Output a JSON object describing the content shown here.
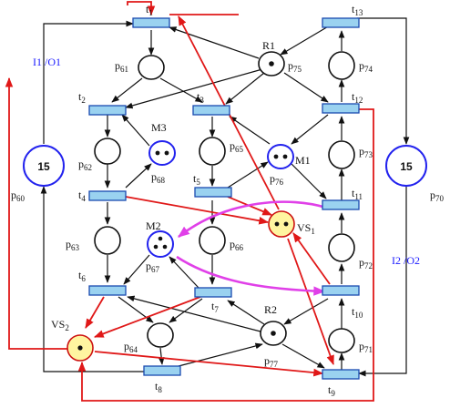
{
  "transitions": {
    "t1": {
      "main": "t",
      "sub": "1"
    },
    "t2": {
      "main": "t",
      "sub": "2"
    },
    "t3": {
      "main": "t",
      "sub": "3"
    },
    "t4": {
      "main": "t",
      "sub": "4"
    },
    "t5": {
      "main": "t",
      "sub": "5"
    },
    "t6": {
      "main": "t",
      "sub": "6"
    },
    "t7": {
      "main": "t",
      "sub": "7"
    },
    "t8": {
      "main": "t",
      "sub": "8"
    },
    "t9": {
      "main": "t",
      "sub": "9"
    },
    "t10": {
      "main": "t",
      "sub": "10"
    },
    "t11": {
      "main": "t",
      "sub": "11"
    },
    "t12": {
      "main": "t",
      "sub": "12"
    },
    "t13": {
      "main": "t",
      "sub": "13"
    }
  },
  "places": {
    "p60": {
      "main": "p",
      "sub": "60",
      "tokens_label": "15"
    },
    "p61": {
      "main": "p",
      "sub": "61"
    },
    "p62": {
      "main": "p",
      "sub": "62"
    },
    "p63": {
      "main": "p",
      "sub": "63"
    },
    "p64": {
      "main": "p",
      "sub": "64"
    },
    "p65": {
      "main": "p",
      "sub": "65"
    },
    "p66": {
      "main": "p",
      "sub": "66"
    },
    "p67": {
      "main": "p",
      "sub": "67"
    },
    "p68": {
      "main": "p",
      "sub": "68"
    },
    "p70": {
      "main": "p",
      "sub": "70",
      "tokens_label": "15"
    },
    "p71": {
      "main": "p",
      "sub": "71"
    },
    "p72": {
      "main": "p",
      "sub": "72"
    },
    "p73": {
      "main": "p",
      "sub": "73"
    },
    "p74": {
      "main": "p",
      "sub": "74"
    },
    "p75": {
      "main": "p",
      "sub": "75"
    },
    "p76": {
      "main": "p",
      "sub": "76"
    },
    "p77": {
      "main": "p",
      "sub": "77"
    }
  },
  "resources": {
    "R1": "R1",
    "R2": "R2",
    "M1": "M1",
    "M2": "M2",
    "M3": "M3",
    "VS1": {
      "main": "VS",
      "sub": "1"
    },
    "VS2": {
      "main": "VS",
      "sub": "2"
    }
  },
  "io_labels": {
    "left": "I1 /O1",
    "right": "I2 /O2"
  },
  "colors": {
    "black_arc": "#111111",
    "red_arc": "#e01818",
    "magenta_arc": "#e040e8",
    "transition_fill": "#9ad2f0",
    "machine_place": "#2222ee",
    "vs_place_fill": "#fff5a0",
    "label_blue": "#1a1aff"
  }
}
